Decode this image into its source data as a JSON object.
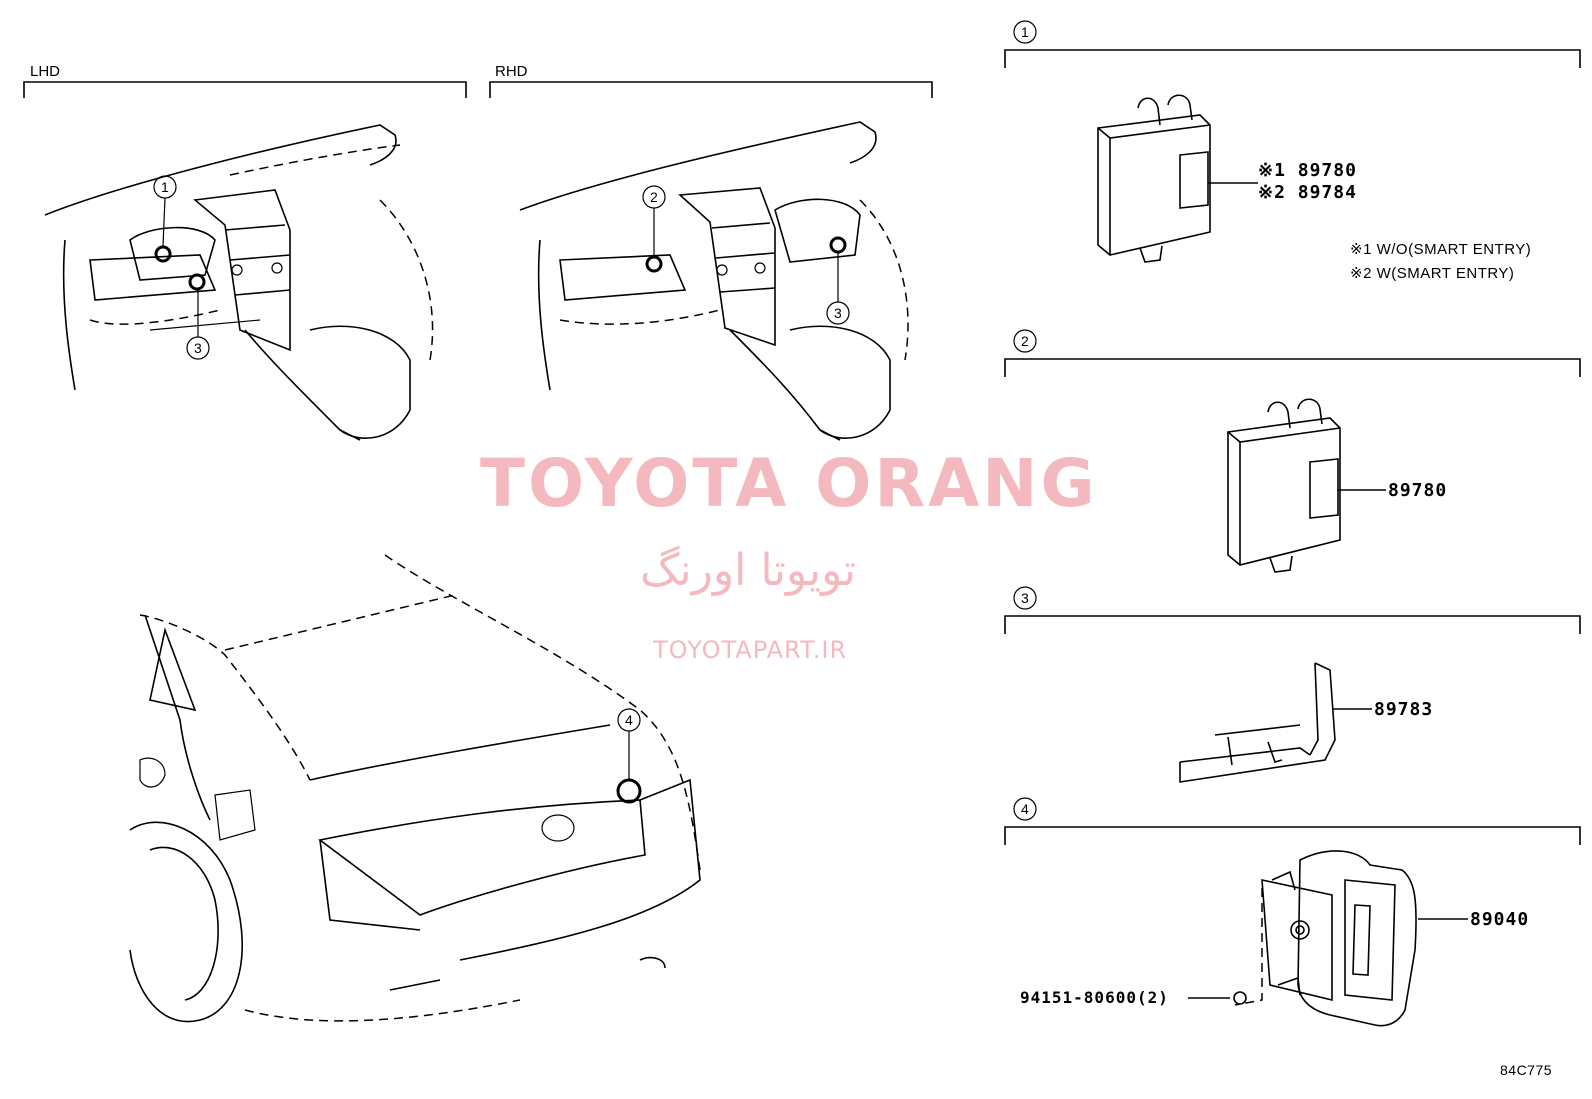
{
  "sections": {
    "lhd_label": "LHD",
    "rhd_label": "RHD"
  },
  "callouts": {
    "c1": "1",
    "c2": "2",
    "c3": "3",
    "c4": "4"
  },
  "detail_panels": [
    {
      "number": "1",
      "parts": [
        "※1 89780",
        "※2 89784"
      ]
    },
    {
      "number": "2",
      "parts": [
        "89780"
      ]
    },
    {
      "number": "3",
      "parts": [
        "89783"
      ]
    },
    {
      "number": "4",
      "parts": [
        "89040",
        "94151-80600(2)"
      ]
    }
  ],
  "notes": [
    "※1 W/O(SMART ENTRY)",
    "※2 W(SMART ENTRY)"
  ],
  "watermark": {
    "title": "TOYOTA ORANG",
    "persian": "تویوتا اورنگ",
    "site": "TOYOTAPART.IR"
  },
  "diagram_code": "84C775"
}
